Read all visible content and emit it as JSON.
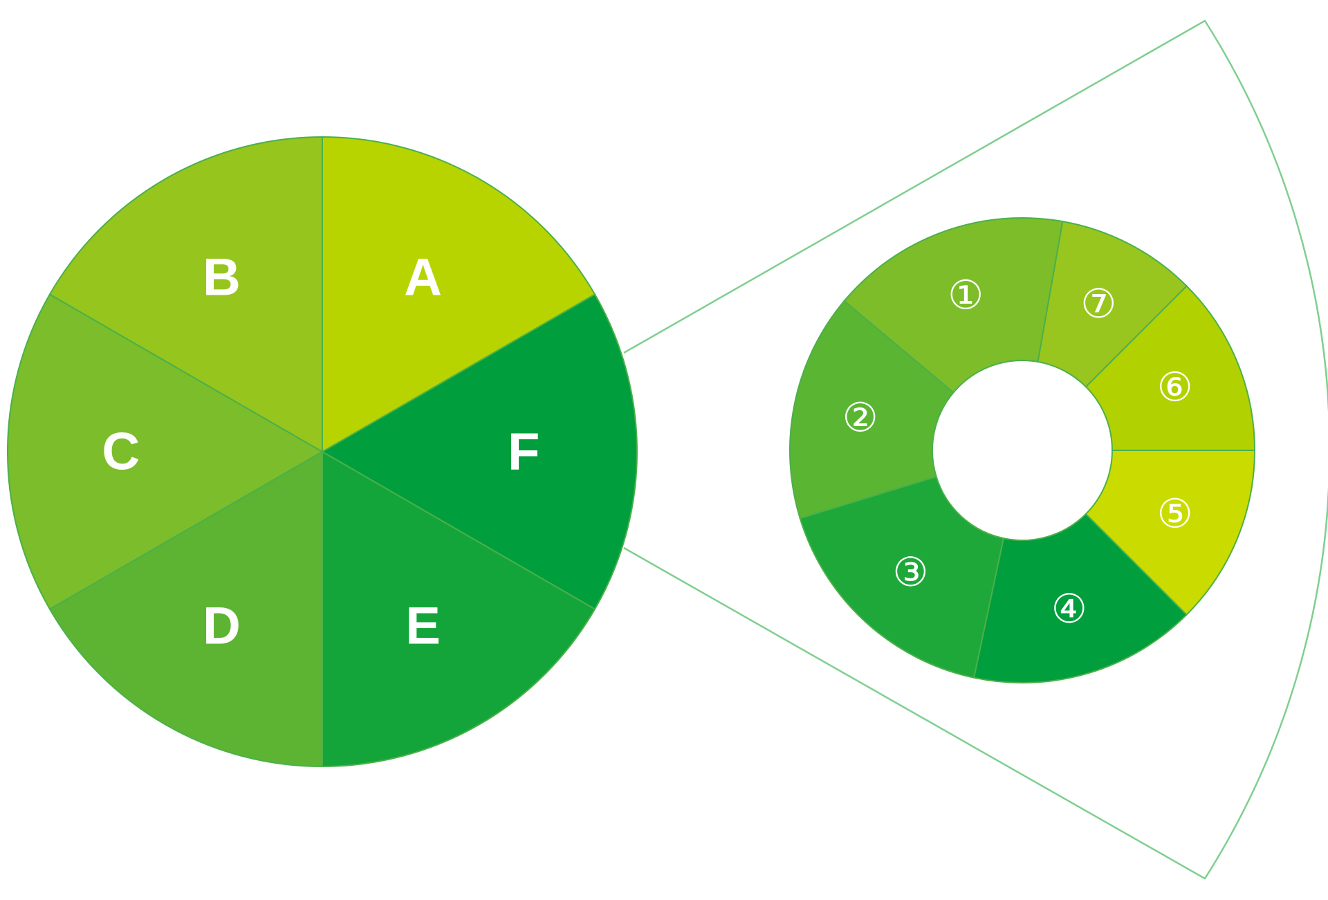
{
  "pie": {
    "segments": [
      {
        "label": "A",
        "color": "#b8d400"
      },
      {
        "label": "F",
        "color": "#009e3d"
      },
      {
        "label": "E",
        "color": "#14a53a"
      },
      {
        "label": "D",
        "color": "#5cb432"
      },
      {
        "label": "C",
        "color": "#7bbd2a"
      },
      {
        "label": "B",
        "color": "#96c51e"
      }
    ],
    "separator_color": "#4bb04a"
  },
  "ring": {
    "segments": [
      {
        "label": "①",
        "color": "#7dbd2a"
      },
      {
        "label": "②",
        "color": "#5ab533"
      },
      {
        "label": "③",
        "color": "#1ea83a"
      },
      {
        "label": "④",
        "color": "#009e3d"
      },
      {
        "label": "⑤",
        "color": "#cadb00"
      },
      {
        "label": "⑥",
        "color": "#b2d100"
      },
      {
        "label": "⑦",
        "color": "#98c61e"
      }
    ],
    "separator_color": "#4bb04a"
  },
  "zoom_outline": {
    "color": "#7fcf8f"
  }
}
